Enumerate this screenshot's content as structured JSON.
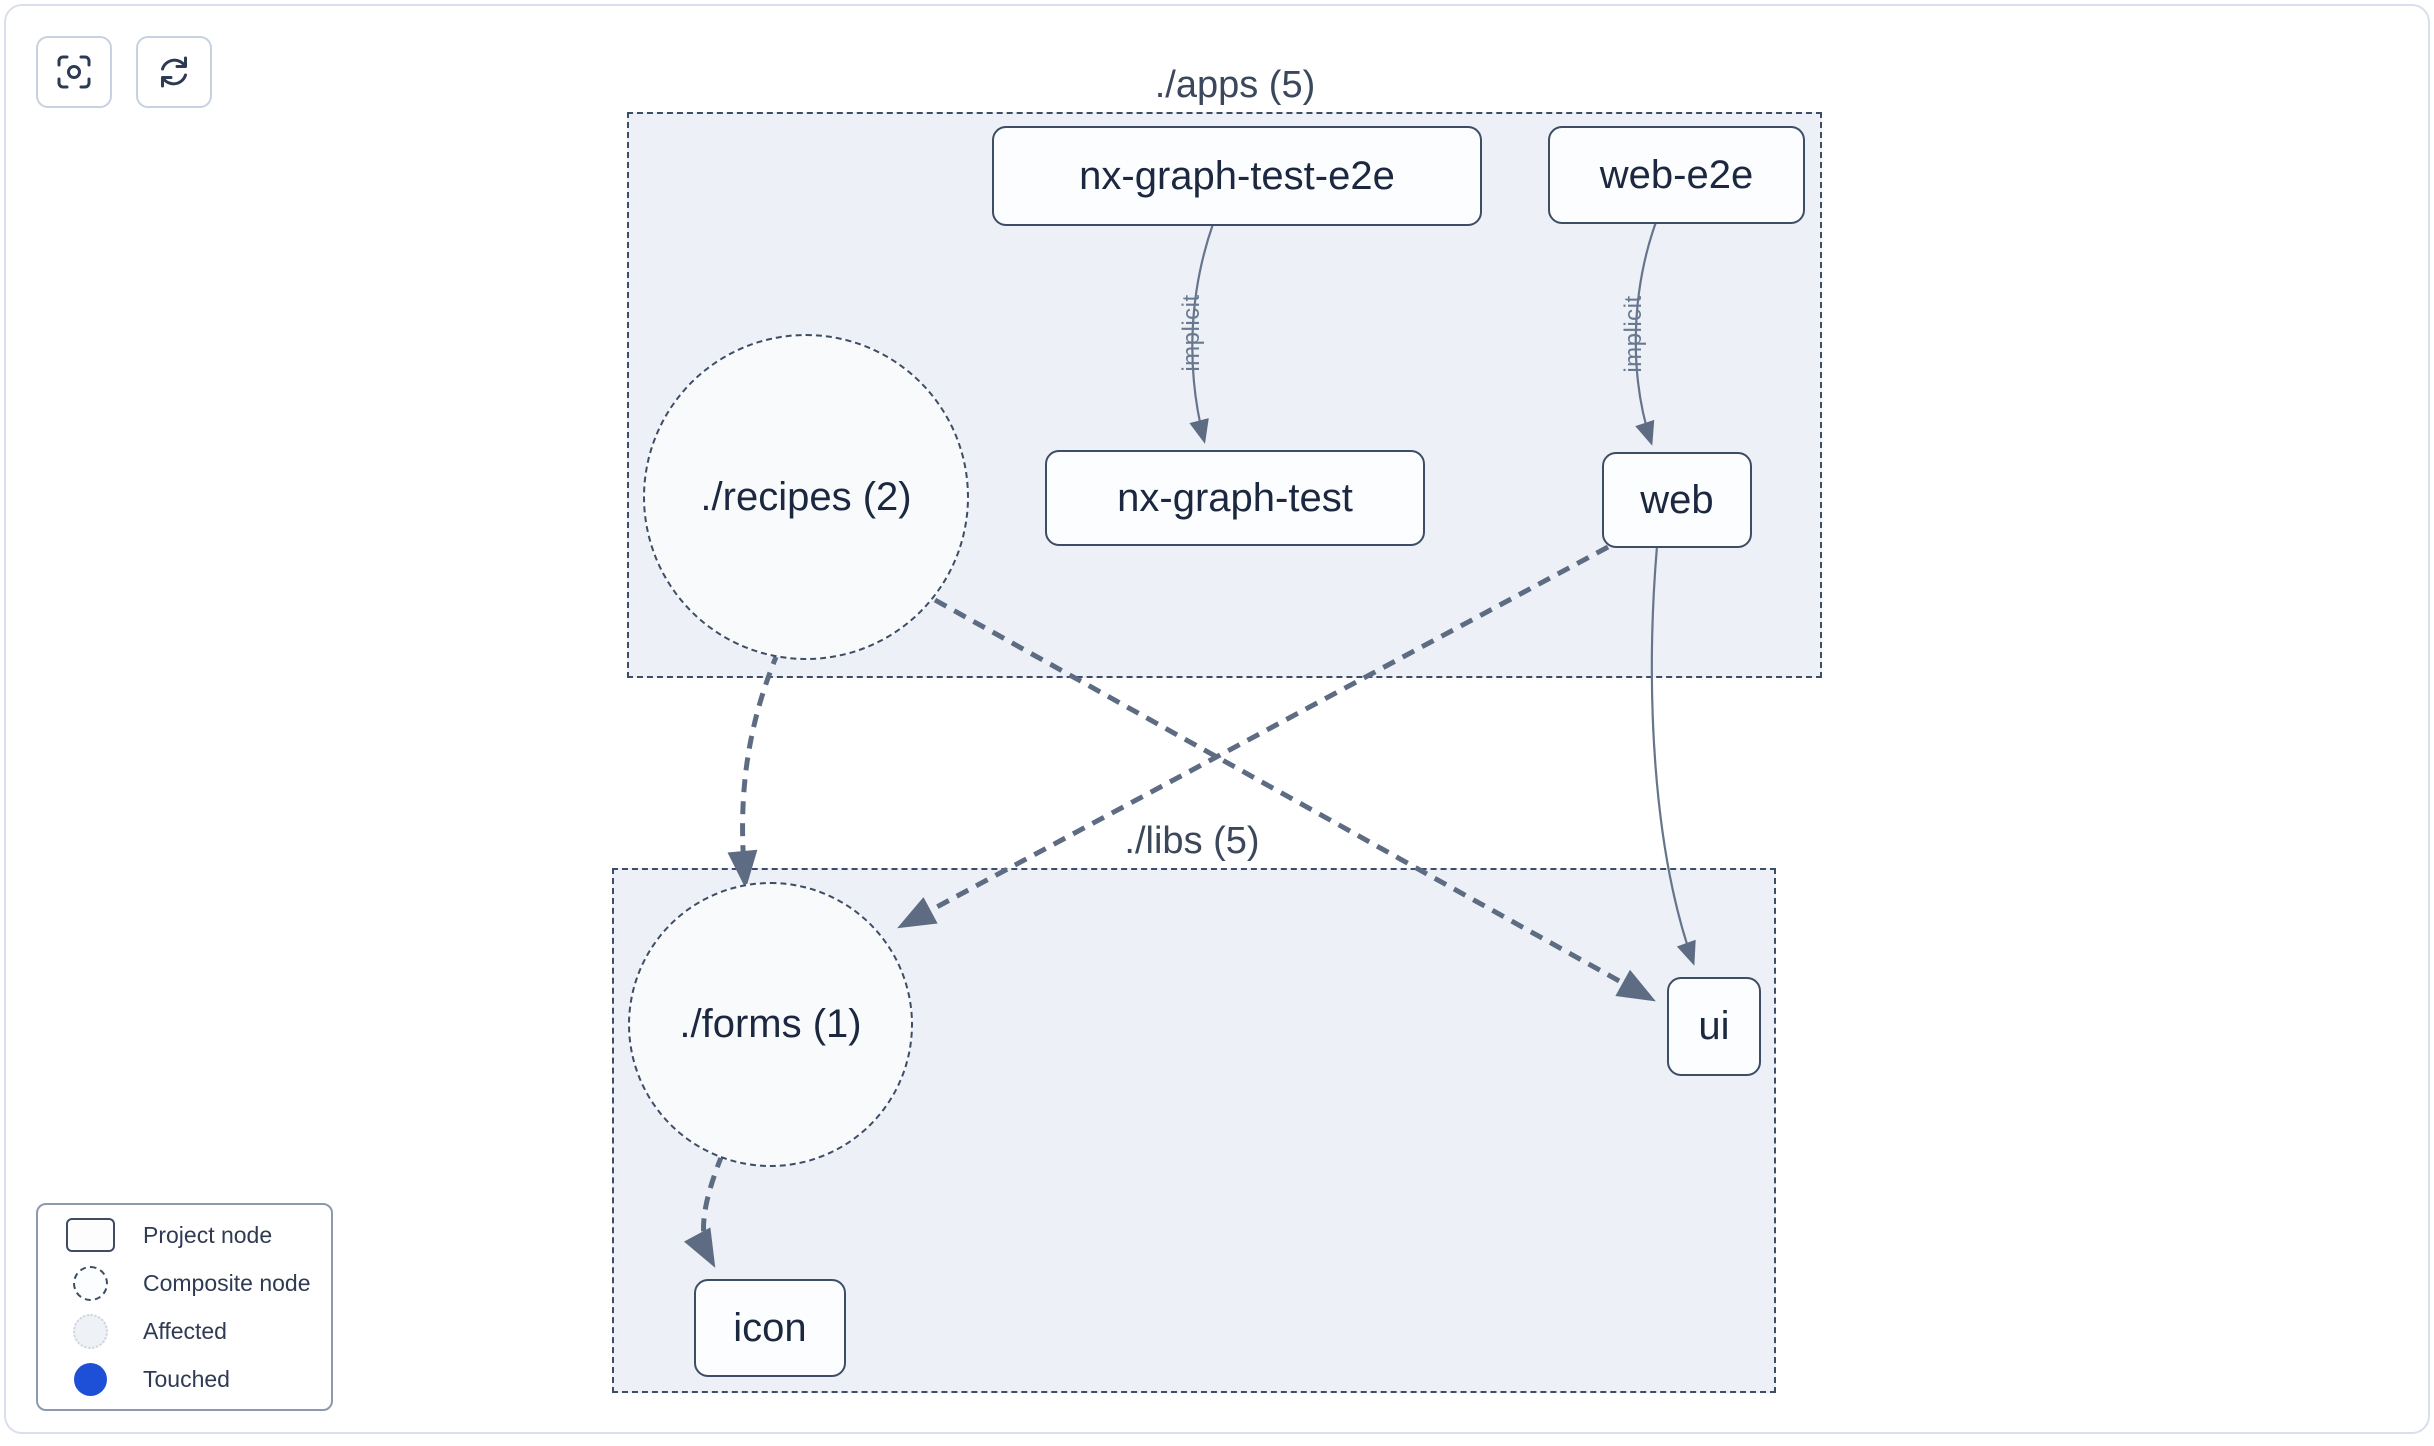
{
  "groups": {
    "apps": {
      "label": "./apps (5)"
    },
    "libs": {
      "label": "./libs (5)"
    }
  },
  "nodes": {
    "nx_graph_test_e2e": {
      "label": "nx-graph-test-e2e",
      "type": "project"
    },
    "web_e2e": {
      "label": "web-e2e",
      "type": "project"
    },
    "nx_graph_test": {
      "label": "nx-graph-test",
      "type": "project"
    },
    "web": {
      "label": "web",
      "type": "project"
    },
    "recipes": {
      "label": "./recipes (2)",
      "type": "composite"
    },
    "forms": {
      "label": "./forms (1)",
      "type": "composite"
    },
    "ui": {
      "label": "ui",
      "type": "project"
    },
    "icon": {
      "label": "icon",
      "type": "project"
    }
  },
  "edges": {
    "nx_graph_test_e2e_to_nx_graph_test": {
      "label": "implicit",
      "style": "thin-solid"
    },
    "web_e2e_to_web": {
      "label": "implicit",
      "style": "thin-solid"
    },
    "recipes_to_forms": {
      "style": "thick-dashed"
    },
    "recipes_to_ui": {
      "style": "thick-dashed"
    },
    "web_to_forms": {
      "style": "thick-dashed"
    },
    "web_to_ui": {
      "style": "thin-solid"
    },
    "forms_to_icon": {
      "style": "thick-dashed"
    }
  },
  "toolbar": {
    "icons": {
      "zoom_to_fit": "crosshair-focus-icon",
      "refresh": "circular-arrows-icon"
    }
  },
  "legend": {
    "items": [
      {
        "swatch": "project-rect",
        "label": "Project node"
      },
      {
        "swatch": "composite-circle",
        "label": "Composite node"
      },
      {
        "swatch": "affected-circle",
        "label": "Affected"
      },
      {
        "swatch": "touched-circle",
        "label": "Touched"
      }
    ]
  },
  "colors": {
    "container_fill": "#edf1f7",
    "node_fill": "#fcfdff",
    "node_border": "#3e4d66",
    "edge": "#5d6c83",
    "edge_label": "#687990",
    "touched_blue": "#1d4fd7",
    "affected_fill": "#eef1f5",
    "canvas_border": "#d9dfec",
    "text_dark": "#1c2840"
  }
}
